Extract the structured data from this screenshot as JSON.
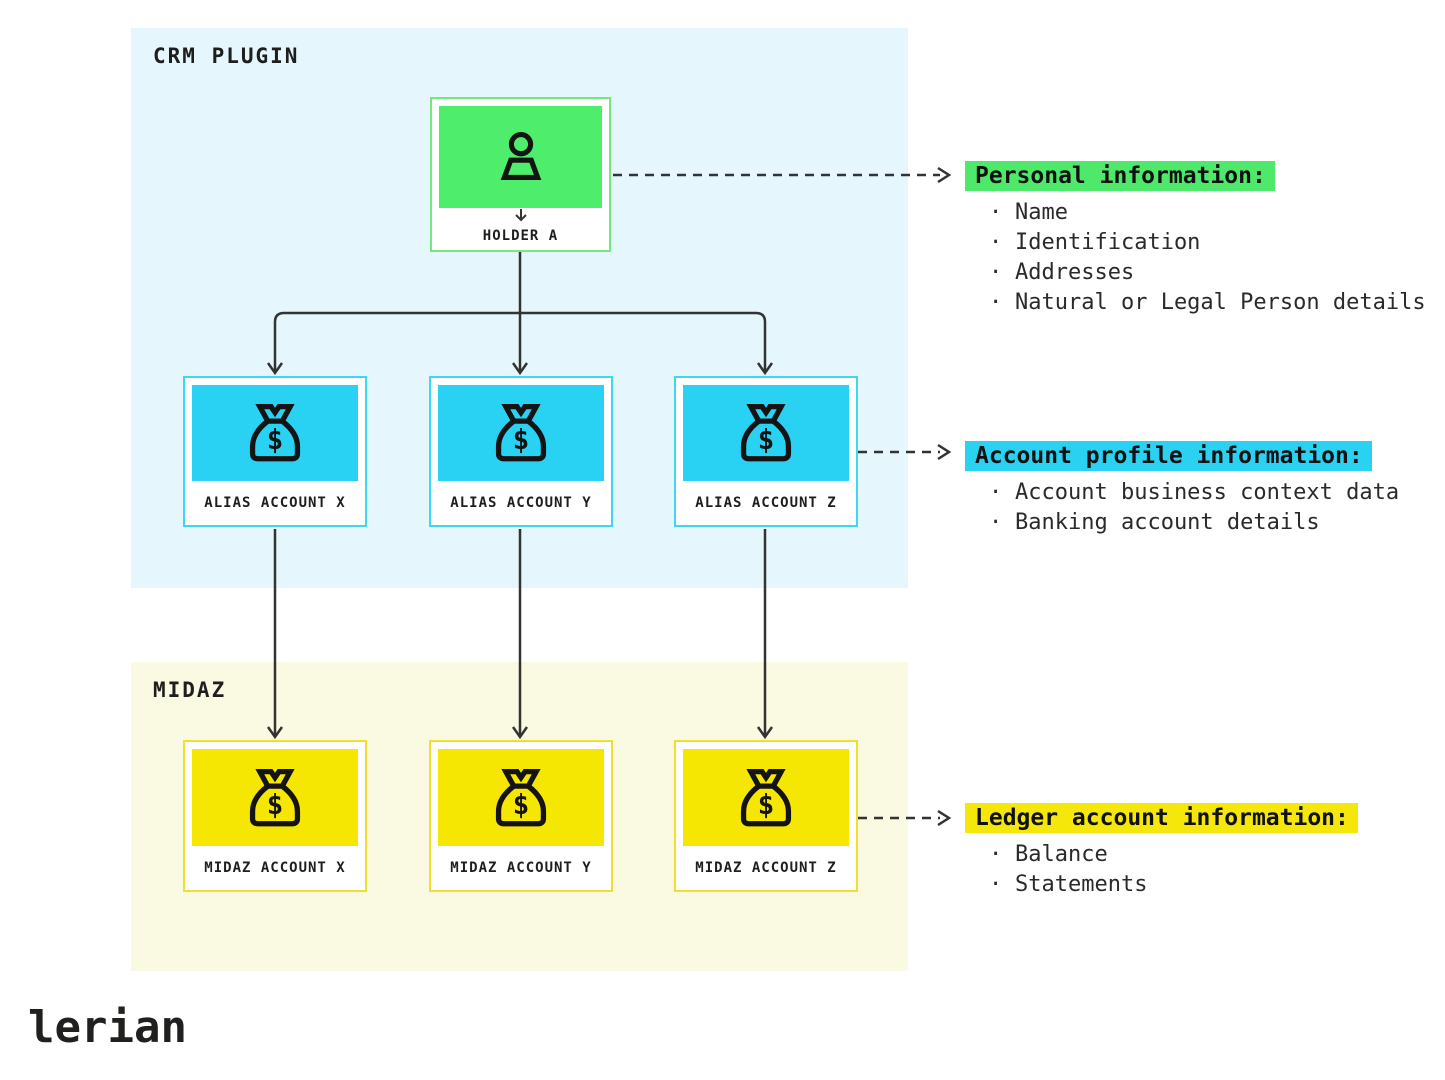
{
  "regions": {
    "crm": {
      "label": "CRM PLUGIN"
    },
    "midaz": {
      "label": "MIDAZ"
    }
  },
  "nodes": {
    "holder": {
      "label": "HOLDER A",
      "icon": "person-icon",
      "color": "#4eed6c"
    },
    "alias_x": {
      "label": "ALIAS ACCOUNT X",
      "icon": "money-bag-icon",
      "color": "#29d2f3"
    },
    "alias_y": {
      "label": "ALIAS ACCOUNT Y",
      "icon": "money-bag-icon",
      "color": "#29d2f3"
    },
    "alias_z": {
      "label": "ALIAS ACCOUNT Z",
      "icon": "money-bag-icon",
      "color": "#29d2f3"
    },
    "midaz_x": {
      "label": "MIDAZ ACCOUNT X",
      "icon": "money-bag-icon",
      "color": "#f5e701"
    },
    "midaz_y": {
      "label": "MIDAZ ACCOUNT Y",
      "icon": "money-bag-icon",
      "color": "#f5e701"
    },
    "midaz_z": {
      "label": "MIDAZ ACCOUNT Z",
      "icon": "money-bag-icon",
      "color": "#f5e701"
    }
  },
  "annotations": [
    {
      "title": "Personal information:",
      "highlight": "#4ee96b",
      "items": [
        "Name",
        "Identification",
        "Addresses",
        "Natural or Legal Person details"
      ]
    },
    {
      "title": "Account profile information:",
      "highlight": "#2bd1f0",
      "items": [
        "Account business context data",
        "Banking account details"
      ]
    },
    {
      "title": "Ledger account information:",
      "highlight": "#f6e70b",
      "items": [
        "Balance",
        "Statements"
      ]
    }
  ],
  "glyphs": {
    "dollar": "$",
    "bullet": "·"
  },
  "logo": "lerian",
  "colors": {
    "crm_region_bg": "#e5f6fc",
    "midaz_region_bg": "#faf9e1",
    "holder_green": "#4eed6c",
    "alias_cyan": "#29d2f3",
    "midaz_yellow": "#f5e701",
    "connector": "#333333",
    "text": "#1e1e1e"
  }
}
